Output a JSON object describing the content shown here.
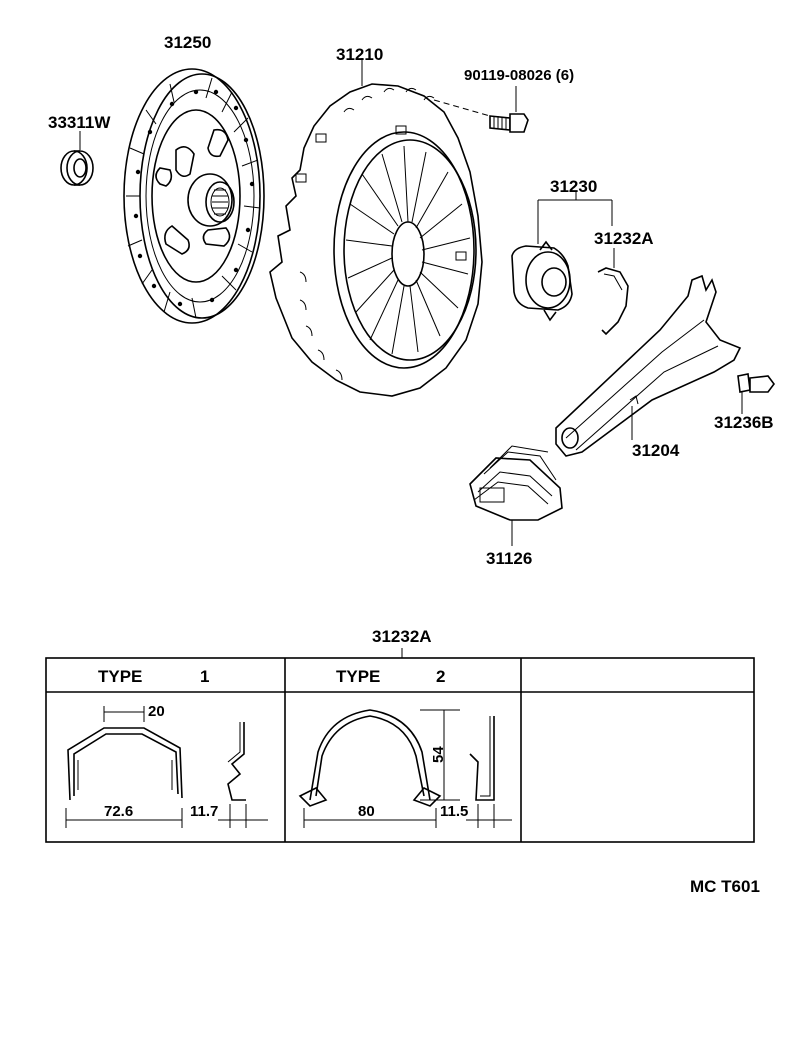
{
  "parts": {
    "release_bearing_cover": "33311W",
    "clutch_disc": "31250",
    "clutch_cover": "31210",
    "bolt": "90119-08026 (6)",
    "bearing_assy": "31230",
    "clip": "31232A",
    "release_fork": "31204",
    "fork_support": "31236B",
    "boot": "31126"
  },
  "table": {
    "title": "31232A",
    "type1_label": "TYPE",
    "type1_num": "1",
    "type2_label": "TYPE",
    "type2_num": "2",
    "type1_dims": {
      "top": "20",
      "width": "72.6",
      "side": "11.7"
    },
    "type2_dims": {
      "height": "54",
      "width": "80",
      "side": "11.5"
    }
  },
  "footer_code": "MC T601"
}
